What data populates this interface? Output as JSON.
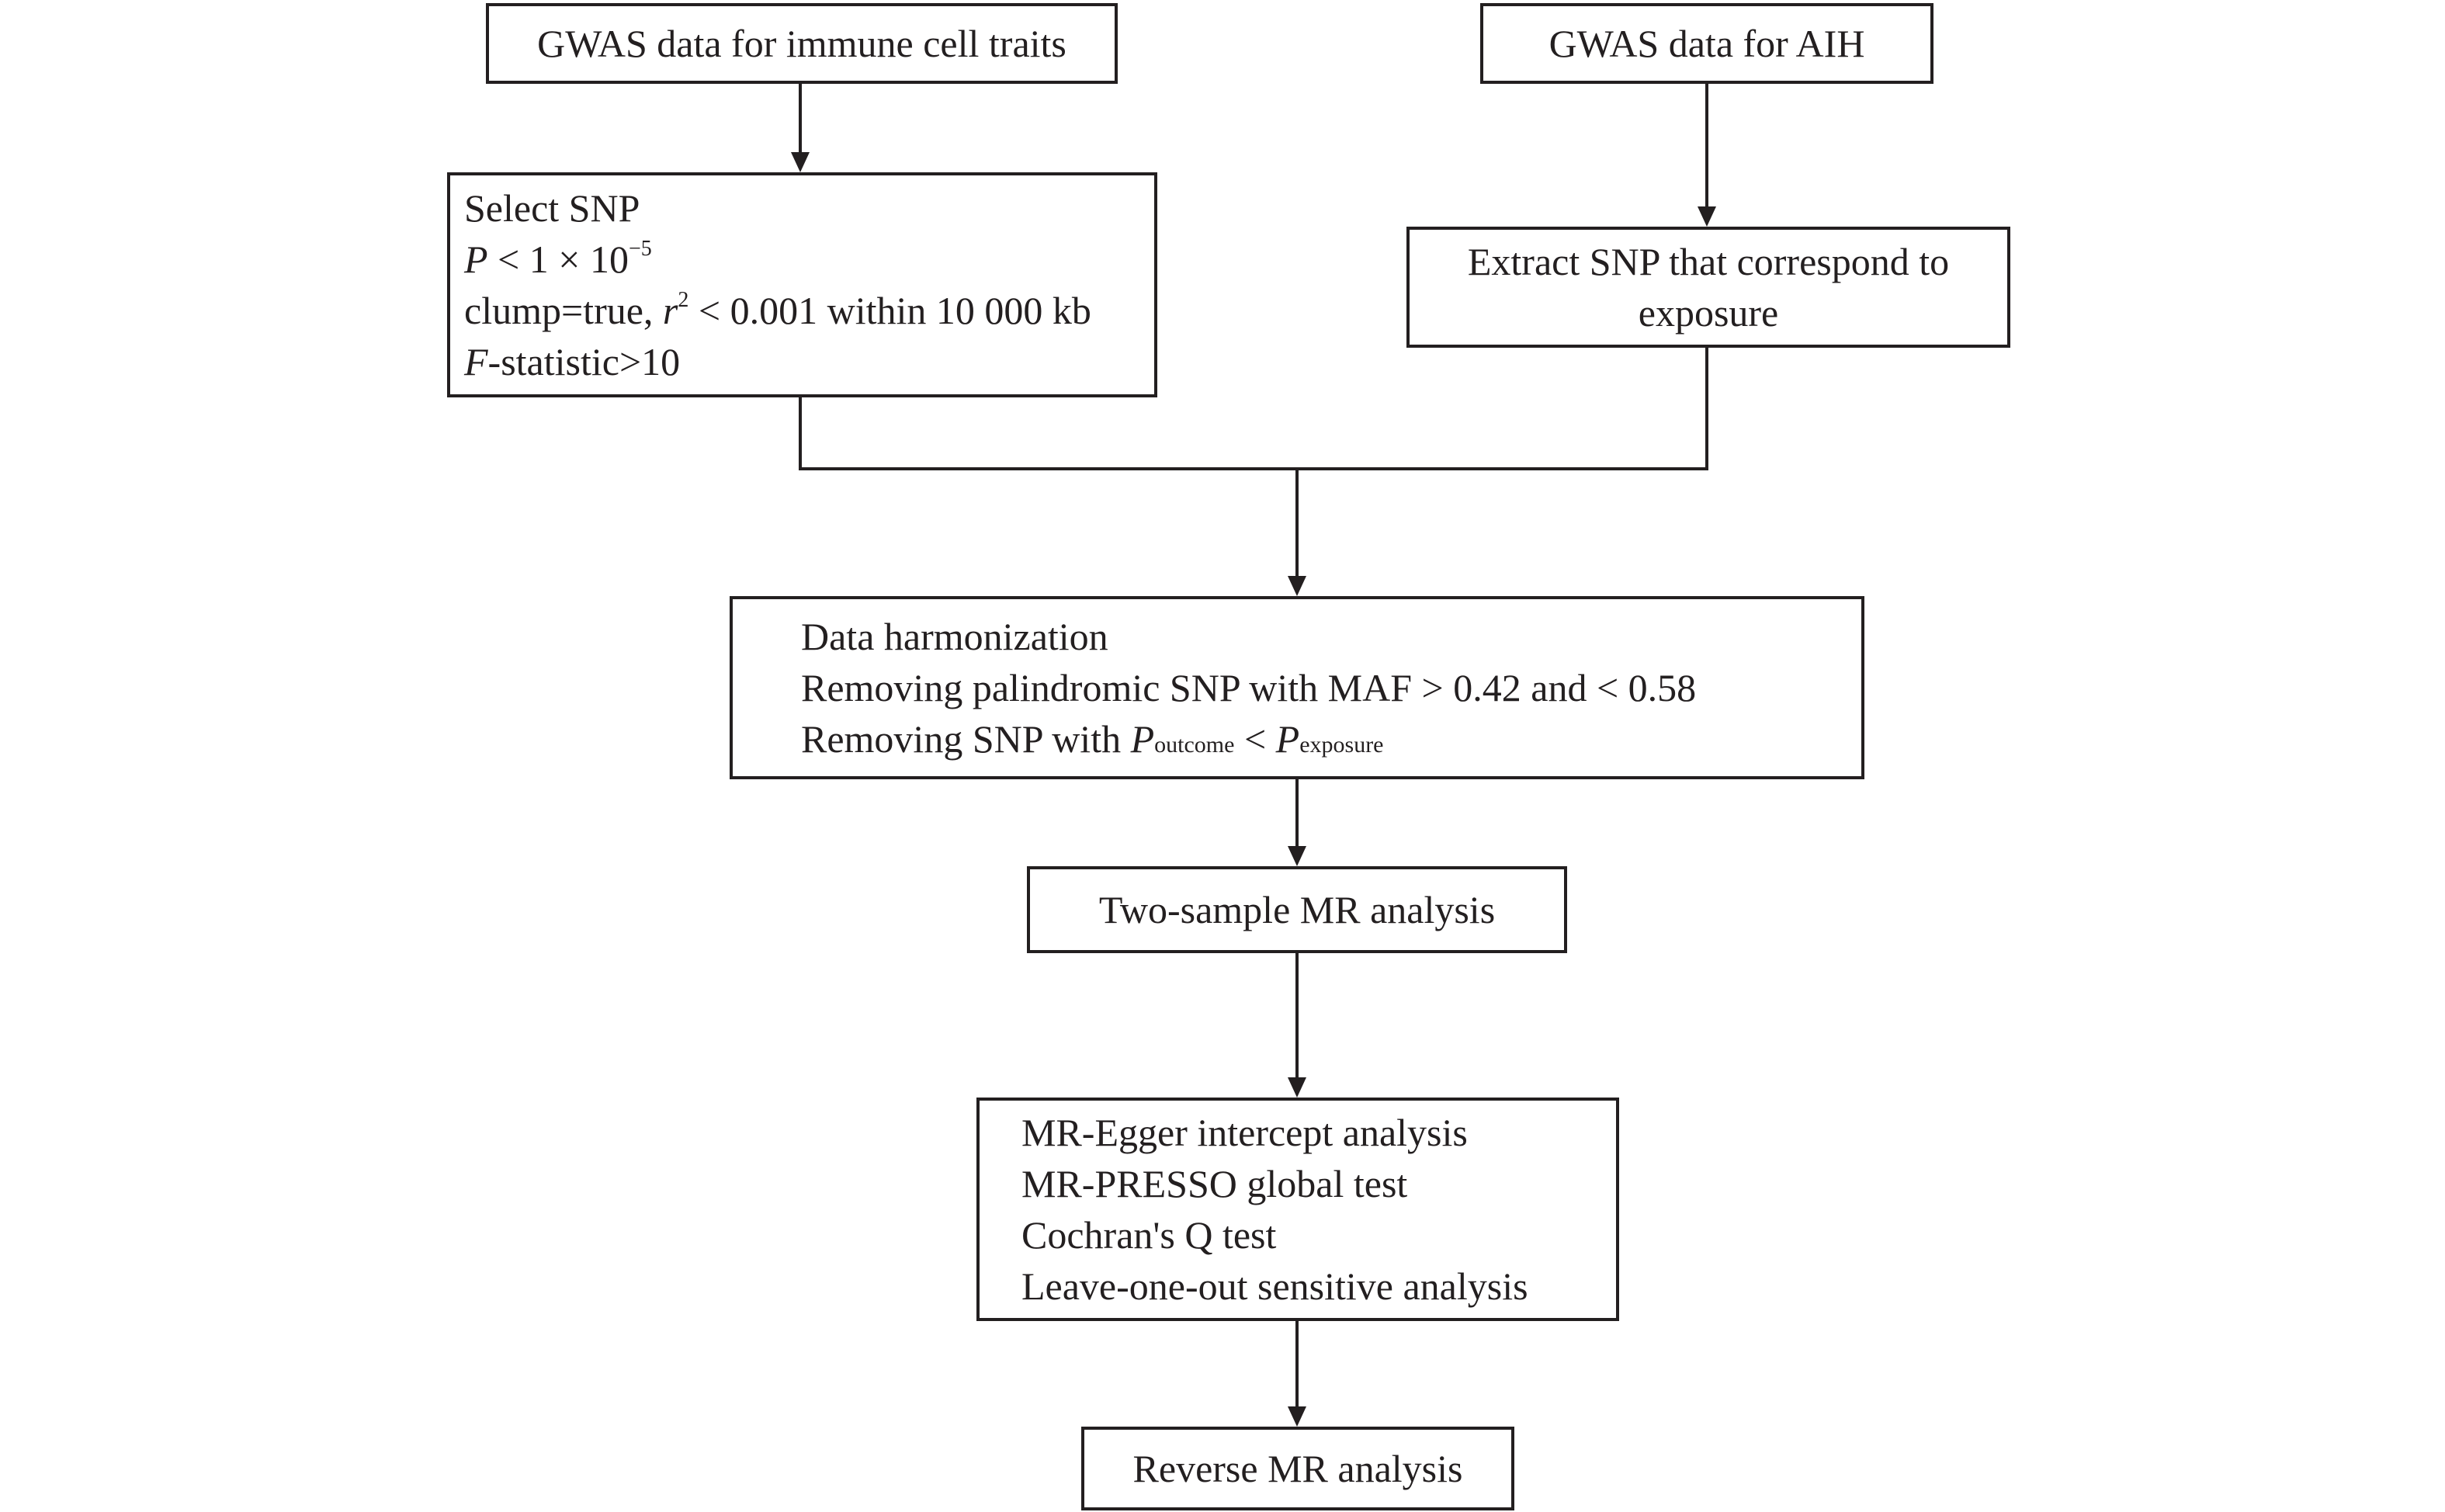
{
  "diagram": {
    "gwas_immune": {
      "label": "GWAS data for immune cell traits"
    },
    "gwas_aih": {
      "label": "GWAS data for AIH"
    },
    "select_snp": {
      "title": "Select SNP",
      "p_symbol": "P",
      "p_rest": " < 1 × 10",
      "p_exp": "−5",
      "clump_prefix": "clump=true, ",
      "clump_r": "r",
      "clump_r_exp": "2",
      "clump_rest": " < 0.001 within 10 000 kb",
      "f_symbol": "F",
      "f_rest": "-statistic>10"
    },
    "extract_snp": {
      "line1": "Extract SNP that correspond to",
      "line2": "exposure"
    },
    "harmonization": {
      "line1": "Data harmonization",
      "line2": "Removing palindromic SNP with MAF > 0.42 and < 0.58",
      "line3_prefix": "Removing SNP with ",
      "p_symbol_1": "P",
      "sub_outcome": "outcome",
      "lt": " < ",
      "p_symbol_2": "P",
      "sub_exposure": "exposure"
    },
    "two_sample": {
      "label": "Two-sample MR analysis"
    },
    "sensitivity": {
      "line1": "MR-Egger intercept analysis",
      "line2": "MR-PRESSO global test",
      "line3": "Cochran's Q test",
      "line4": "Leave-one-out sensitive analysis"
    },
    "reverse": {
      "label": "Reverse MR analysis"
    }
  }
}
